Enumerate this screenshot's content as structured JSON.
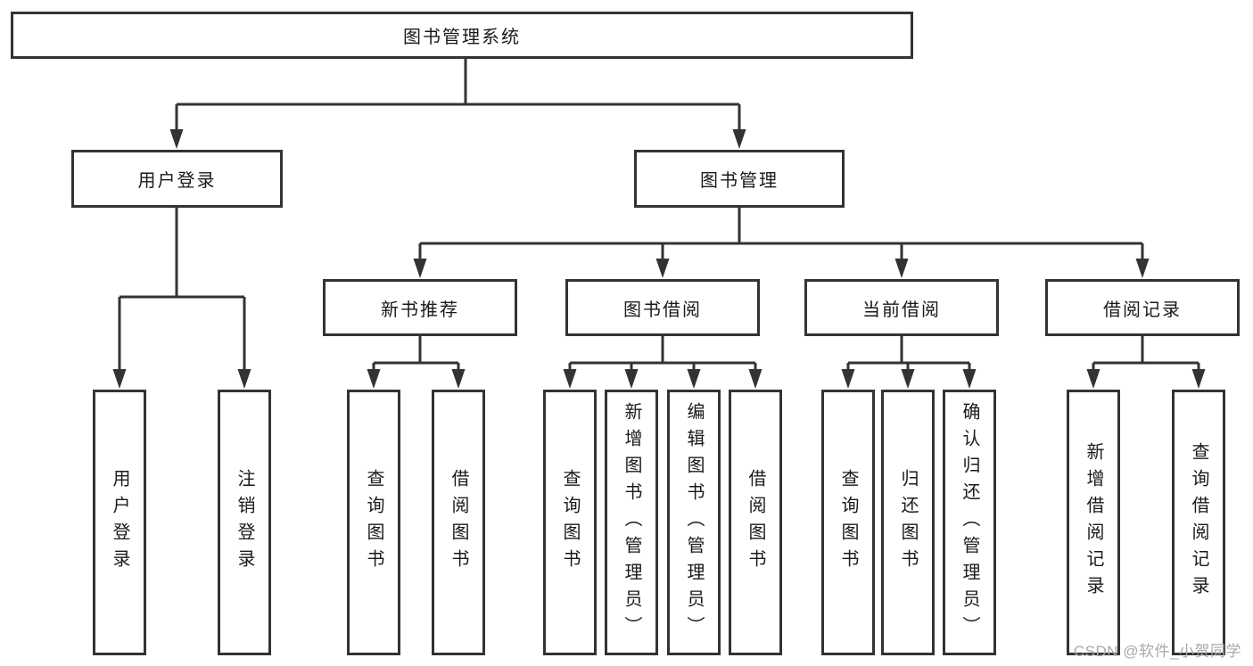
{
  "tree": {
    "label": "图书管理系统",
    "children": [
      {
        "label": "用户登录",
        "children": [
          {
            "label": "用户登录"
          },
          {
            "label": "注销登录"
          }
        ]
      },
      {
        "label": "图书管理",
        "children": [
          {
            "label": "新书推荐",
            "children": [
              {
                "label": "查询图书"
              },
              {
                "label": "借阅图书"
              }
            ]
          },
          {
            "label": "图书借阅",
            "children": [
              {
                "label": "查询图书"
              },
              {
                "label": "新增图书（管理员）"
              },
              {
                "label": "编辑图书（管理员）"
              },
              {
                "label": "借阅图书"
              }
            ]
          },
          {
            "label": "当前借阅",
            "children": [
              {
                "label": "查询图书"
              },
              {
                "label": "归还图书"
              },
              {
                "label": "确认归还（管理员）"
              }
            ]
          },
          {
            "label": "借阅记录",
            "children": [
              {
                "label": "新增借阅记录"
              },
              {
                "label": "查询借阅记录"
              }
            ]
          }
        ]
      }
    ]
  },
  "watermark": {
    "text": "CSDN @软件_小贺同学"
  },
  "colors": {
    "line": "#333333",
    "box_border": "#333333",
    "box_fill": "#ffffff",
    "text": "#1a1a1a",
    "watermark": "#a9a9a9",
    "background": "#ffffff"
  }
}
